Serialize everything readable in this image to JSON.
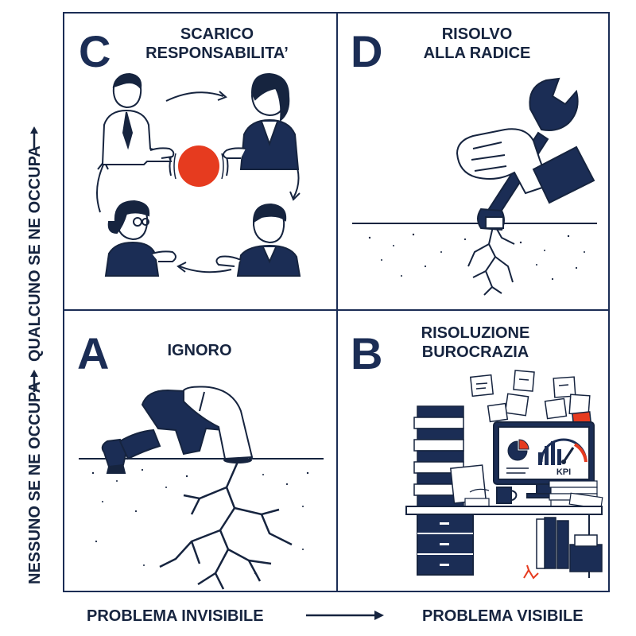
{
  "quadrants": {
    "c": {
      "letter": "C",
      "title_line1": "SCARICO",
      "title_line2": "RESPONSABILITA’"
    },
    "d": {
      "letter": "D",
      "title_line1": "RISOLVO",
      "title_line2": "ALLA RADICE"
    },
    "a": {
      "letter": "A",
      "title_line1": "IGNORO"
    },
    "b": {
      "letter": "B",
      "title_line1": "RISOLUZIONE",
      "title_line2": "BUROCRAZIA",
      "gauge_label": "KPI"
    }
  },
  "axes": {
    "x_left": "PROBLEMA INVISIBILE",
    "x_right": "PROBLEMA VISIBILE",
    "y_bottom": "NESSUNO SE NE OCCUPA",
    "y_top": "QUALCUNO SE NE OCCUPA"
  },
  "colors": {
    "navy": "#1b2d55",
    "red": "#e63b1f",
    "ink": "#16243f"
  }
}
